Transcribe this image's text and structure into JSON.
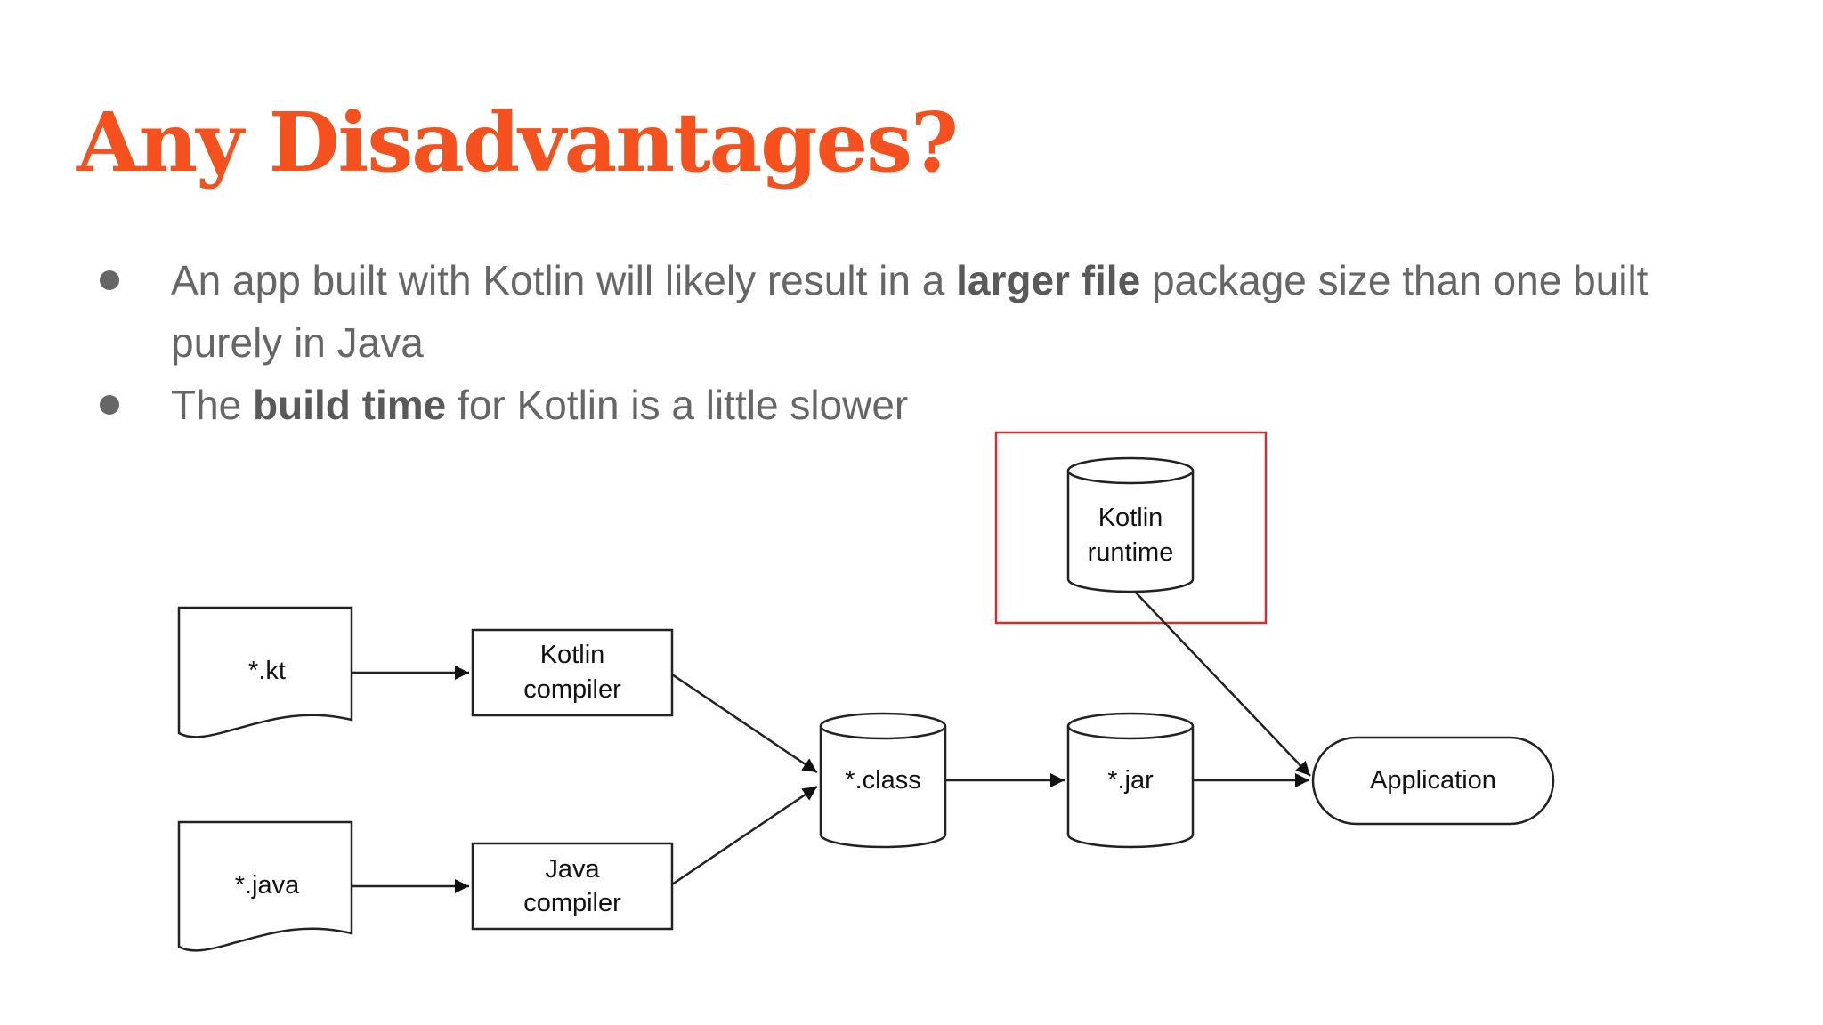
{
  "slide": {
    "title": "Any Disadvantages?",
    "bullets": [
      {
        "before": "An app built with Kotlin will likely result in a ",
        "bold": "larger file",
        "after": " package size than one built purely in Java"
      },
      {
        "before": "The ",
        "bold": "build time",
        "after": " for Kotlin is a little slower"
      }
    ]
  },
  "diagram": {
    "nodes": {
      "kt_file": "*.kt",
      "java_file": "*.java",
      "kotlin_compiler": [
        "Kotlin",
        "compiler"
      ],
      "java_compiler": [
        "Java",
        "compiler"
      ],
      "class_store": "*.class",
      "jar_store": "*.jar",
      "kotlin_runtime": [
        "Kotlin",
        "runtime"
      ],
      "application": "Application"
    },
    "highlight_color": "#d32f2f"
  }
}
